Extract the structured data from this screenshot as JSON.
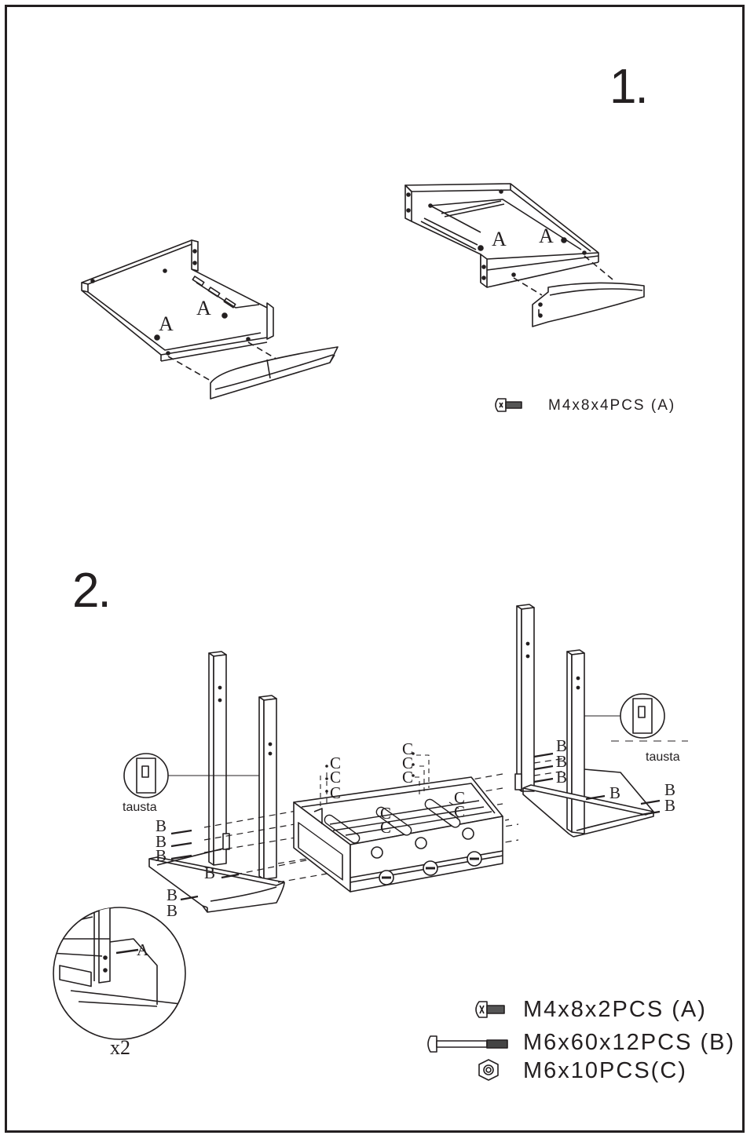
{
  "step1": {
    "number": "1.",
    "hardware": [
      {
        "label": "M4x8x4PCS (A)",
        "icon": "screw-icon"
      }
    ],
    "left_labels": [
      "A",
      "A"
    ],
    "right_labels": [
      "A",
      "A"
    ]
  },
  "step2": {
    "number": "2.",
    "callout_left": "tausta",
    "callout_right": "tausta",
    "labels_left": [
      "B",
      "B",
      "B",
      "B",
      "B",
      "B"
    ],
    "labels_mid": [
      "C",
      "C",
      "C",
      "C",
      "C",
      "C",
      "C",
      "C",
      "C",
      "C"
    ],
    "labels_right": [
      "B",
      "B",
      "B",
      "B",
      "B",
      "B"
    ],
    "detail_label": "A",
    "multiplier": "x2",
    "hardware": [
      {
        "label": "M4x8x2PCS  (A)",
        "icon": "screw-icon"
      },
      {
        "label": "M6x60x12PCS (B)",
        "icon": "bolt-icon"
      },
      {
        "label": "M6x10PCS(C)",
        "icon": "nut-icon"
      }
    ]
  }
}
